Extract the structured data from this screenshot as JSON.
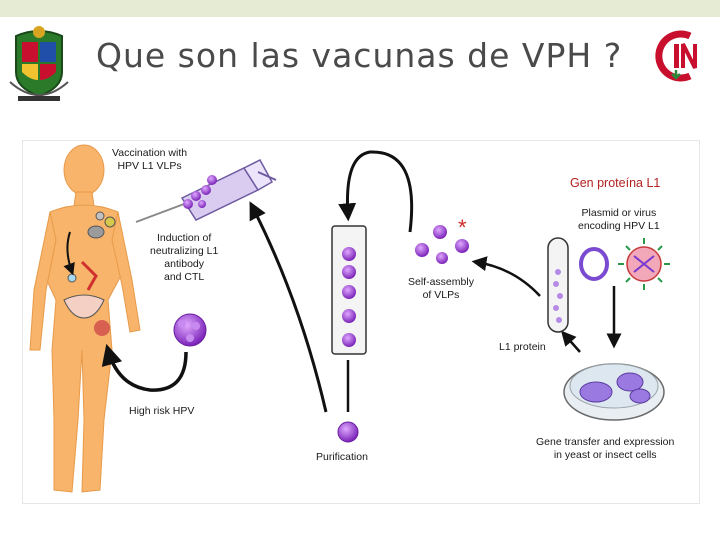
{
  "slide": {
    "title": "Que son las vacunas de VPH ?"
  },
  "diagram": {
    "labels": {
      "vaccination": "Vaccination with\nHPV L1 VLPs",
      "induction": "Induction of\nneutralizing L1\nantibody\nand CTL",
      "high_risk": "High risk HPV",
      "purification": "Purification",
      "self_assembly": "Self-assembly\nof VLPs",
      "plasmid": "Plasmid or virus\nencoding  HPV L1",
      "l1_protein": "L1 protein",
      "gene_transfer": "Gene transfer and expression\nin yeast or insect cells"
    },
    "annotation": "Gen proteína L1",
    "marker": "*"
  },
  "colors": {
    "topbar": "#e6ebd4",
    "annotation": "#b22222",
    "vlp": "#9b3fd0",
    "body": "#f7b46a",
    "logo_red": "#c8102e"
  }
}
